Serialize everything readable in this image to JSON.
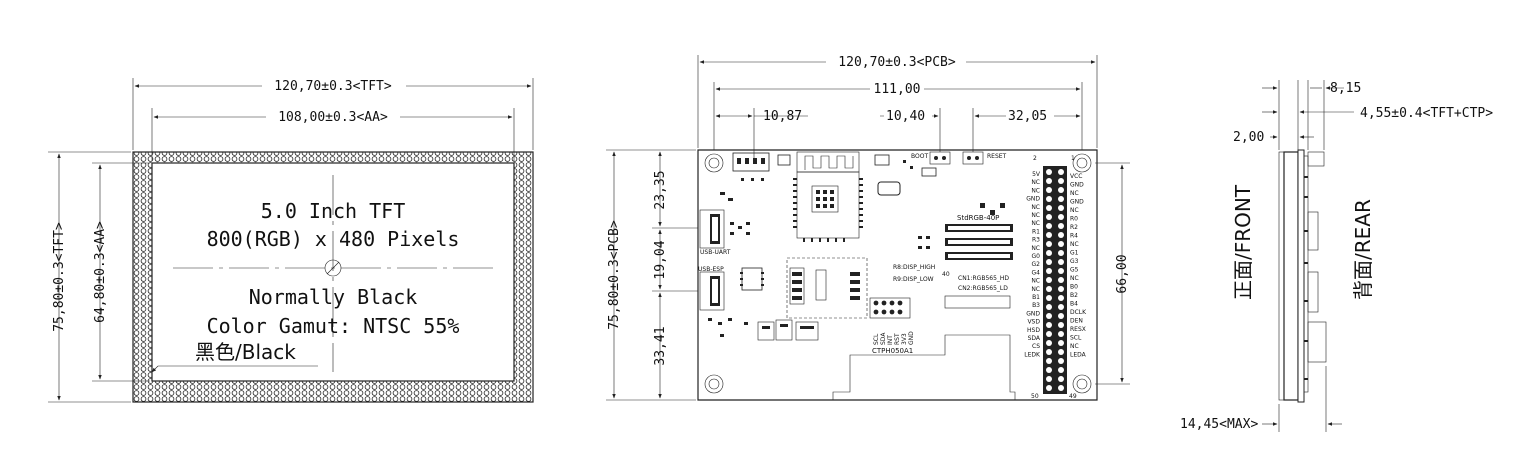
{
  "front": {
    "dim_width_tft": "120,70±0.3<TFT>",
    "dim_width_aa": "108,00±0.3<AA>",
    "dim_height_tft": "75,80±0.3<TFT>",
    "dim_height_aa": "64,80±0.3<AA>",
    "line1": "5.0 Inch TFT",
    "line2": "800(RGB) x 480 Pixels",
    "line3": "Normally Black",
    "line4": "Color Gamut: NTSC 55%",
    "line5": "黑色/Black"
  },
  "pcb": {
    "dim_width_pcb": "120,70±0.3<PCB>",
    "dim_111": "111,00",
    "dim_1087": "10,87",
    "dim_1040": "10,40",
    "dim_3205": "32,05",
    "dim_height_pcb": "75,80±0.3<PCB>",
    "dim_2335": "23,35",
    "dim_1904": "19,04",
    "dim_3341": "33,41",
    "dim_6600": "66,00",
    "label_usb_uart": "USB-UART",
    "label_usb_esp": "USB-ESP",
    "label_boot": "BOOT",
    "label_reset": "RESET",
    "label_stdrgb": "StdRGB-40P",
    "label_r8": "R8:DISP_HIGH",
    "label_r9": "R9:DISP_LOW",
    "label_cn1": "CN1:RGB565_HD",
    "label_cn2": "CN2:RGB565_LD",
    "label_ctp": "CTPH050A1",
    "label_pin2": "2",
    "label_pin1": "1",
    "label_pin40": "40",
    "label_pin50": "50",
    "label_pin49": "49",
    "label_i2c": [
      "SCL",
      "SDA",
      "INT",
      "RST",
      "3V3",
      "GND"
    ],
    "pins_left": [
      "5V",
      "NC",
      "NC",
      "GND",
      "NC",
      "NC",
      "NC",
      "R1",
      "R3",
      "NC",
      "G0",
      "G2",
      "G4",
      "NC",
      "NC",
      "B1",
      "B3",
      "GND",
      "VSD",
      "HSD",
      "SDA",
      "CS",
      "LEDK"
    ],
    "pins_right": [
      "VCC",
      "GND",
      "NC",
      "GND",
      "NC",
      "R0",
      "R2",
      "R4",
      "NC",
      "G1",
      "G3",
      "G5",
      "NC",
      "B0",
      "B2",
      "B4",
      "DCLK",
      "DEN",
      "RESX",
      "SCL",
      "NC",
      "LEDA"
    ]
  },
  "side": {
    "dim_815": "8,15",
    "dim_455": "4,55±0.4<TFT+CTP>",
    "dim_200": "2,00",
    "dim_1445": "14,45<MAX>",
    "label_front": "正面/FRONT",
    "label_rear": "背面/REAR"
  }
}
